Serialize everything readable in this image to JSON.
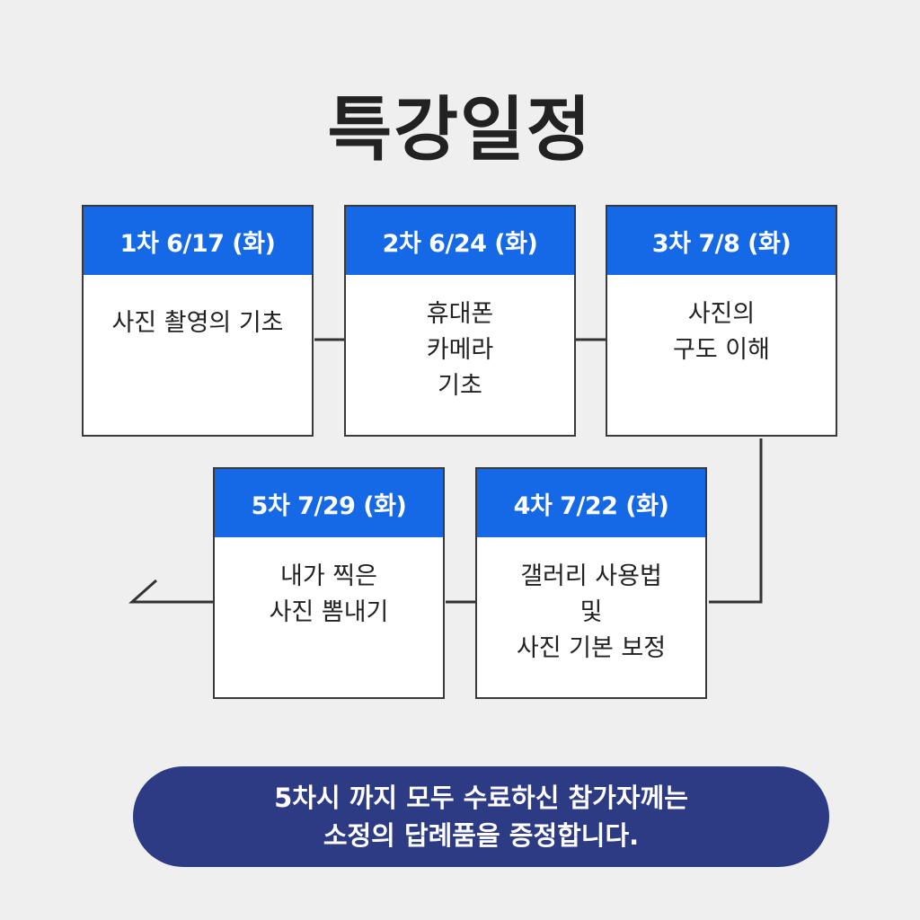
{
  "title": "특강일정",
  "sessions": [
    {
      "header": "1차 6/17 (화)",
      "body": "사진 촬영의 기초"
    },
    {
      "header": "2차 6/24 (화)",
      "body": "휴대폰\n카메라\n기초"
    },
    {
      "header": "3차 7/8 (화)",
      "body": "사진의\n구도 이해"
    },
    {
      "header": "4차 7/22 (화)",
      "body": "갤러리 사용법\n및\n사진 기본 보정"
    },
    {
      "header": "5차 7/29 (화)",
      "body": "내가 찍은\n사진 뽐내기"
    }
  ],
  "banner": {
    "line1": "5차시 까지 모두 수료하신 참가자께는",
    "line2": "소정의 답례품을 증정합니다."
  },
  "colors": {
    "background": "#efefef",
    "header": "#1568e6",
    "banner": "#2d3a84",
    "connector": "#333333"
  }
}
